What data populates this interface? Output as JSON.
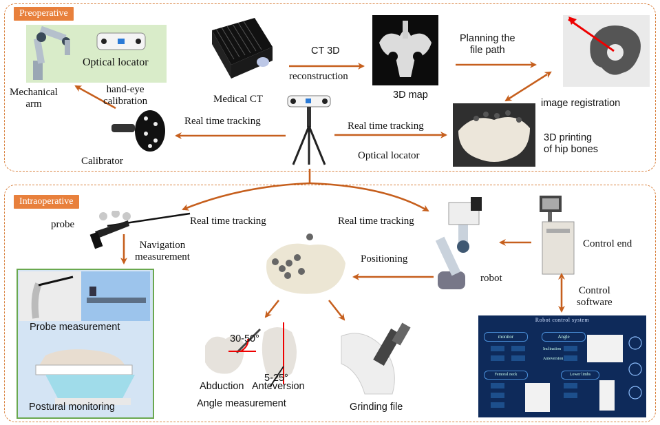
{
  "sections": {
    "preoperative": "Preoperative",
    "intraoperative": "Intraoperative"
  },
  "nodes": {
    "optical_locator_top": "Optical locator",
    "mechanical_arm": "Mechanical\narm",
    "hand_eye_calibration": "hand-eye\ncalibration",
    "medical_ct": "Medical CT",
    "ct_3d": "CT 3D",
    "reconstruction": "reconstruction",
    "map_3d": "3D map",
    "planning": "Planning the\nfile path",
    "image_registration": "image registration",
    "real_time_tracking_left": "Real time tracking",
    "real_time_tracking_right": "Real time tracking",
    "optical_locator_mid": "Optical locator",
    "printing": "3D printing\nof hip bones",
    "calibrator": "Calibrator",
    "probe": "probe",
    "real_time_tracking_probe": "Real time tracking",
    "real_time_tracking_robot": "Real time tracking",
    "navigation": "Navigation\nmeasurement",
    "probe_measurement": "Probe measurement",
    "postural_monitoring": "Postural monitoring",
    "positioning": "Positioning",
    "robot": "robot",
    "control_end": "Control end",
    "control_software": "Control\nsoftware",
    "angle_30_50": "30-50°",
    "angle_5_25": "5-25°",
    "abduction": "Abduction",
    "anteversion": "Anteversion",
    "angle_measurement": "Angle measurement",
    "grinding_file": "Grinding file"
  },
  "software_ui": {
    "title": "Robot control system",
    "monitor": "monitor",
    "angle": "Angle",
    "inclination": "Inclination",
    "anteversion": "Anteversion",
    "femoral_neck": "Femoral neck",
    "lower_limbs": "Lower limbs"
  },
  "colors": {
    "arrow": "#c65f1d",
    "dashed_border": "#d9813e",
    "tag_bg": "#e8803c",
    "panel_border": "#6aa84f",
    "panel_bg": "#d4e4f4",
    "software_bg": "#0e2a5a"
  }
}
